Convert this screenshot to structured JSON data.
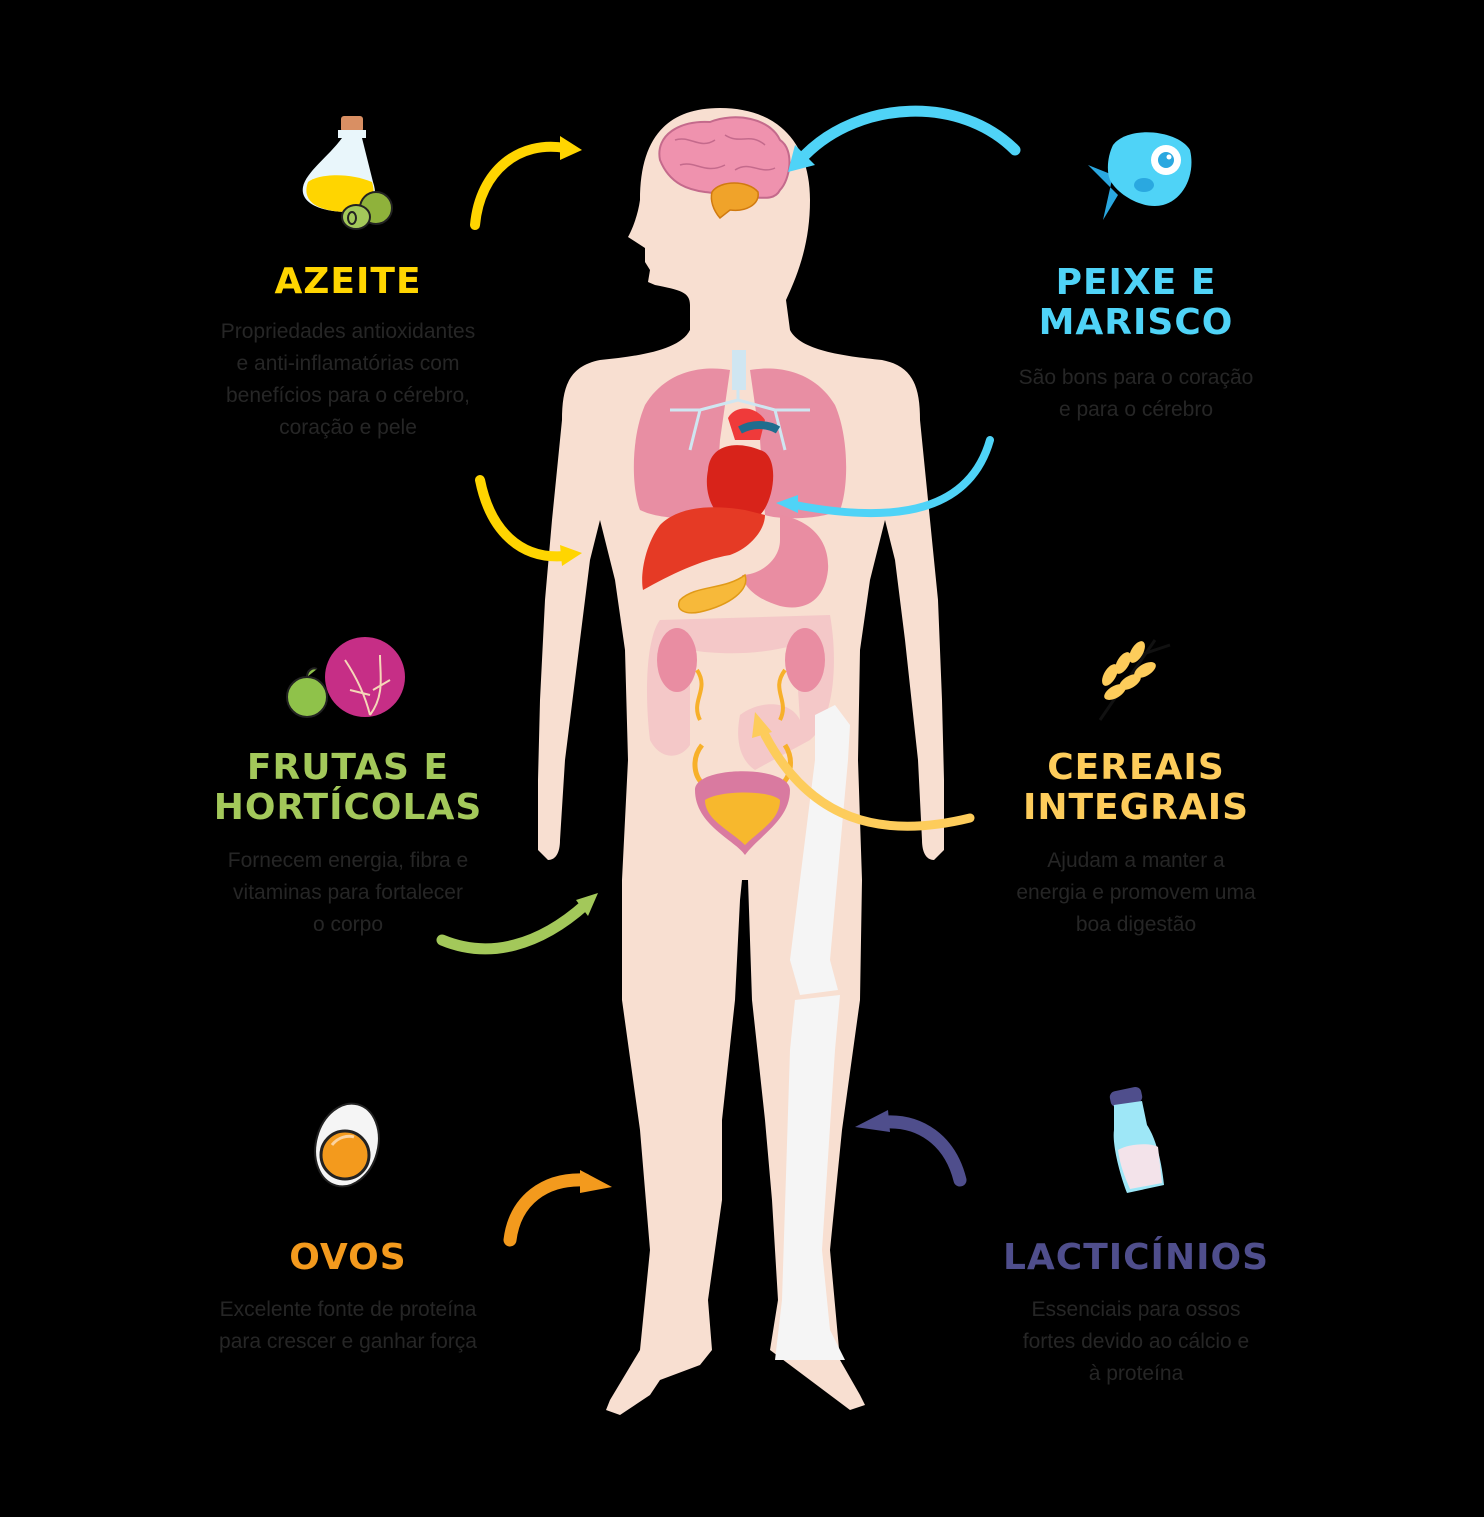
{
  "colors": {
    "background": "#000000",
    "skin": "#f8dfd1",
    "bone": "#f5f5f5",
    "description_text": "#262626",
    "azeite": "#ffd500",
    "peixe": "#4fd3f7",
    "frutas": "#a3c85a",
    "cereais": "#fdcc5b",
    "ovos": "#f39a1d",
    "lacticinios": "#4f4e8c"
  },
  "foods": [
    {
      "id": "azeite",
      "title_lines": [
        "AZEITE"
      ],
      "description_lines": [
        "Propriedades antioxidantes",
        "e  anti-inflamatórias com",
        "benefícios para o cérebro,",
        "coração e pele"
      ],
      "icon": "olive-oil-bottle-icon",
      "targets": [
        "brain",
        "heart/skin"
      ]
    },
    {
      "id": "peixe",
      "title_lines": [
        "PEIXE E",
        "MARISCO"
      ],
      "description_lines": [
        "São bons para o coração",
        "e para o cérebro"
      ],
      "icon": "fish-icon",
      "targets": [
        "brain",
        "heart"
      ]
    },
    {
      "id": "frutas",
      "title_lines": [
        "FRUTAS E",
        "HORTÍCOLAS"
      ],
      "description_lines": [
        "Fornecem energia, fibra e",
        "vitaminas para fortalecer",
        "o corpo"
      ],
      "icon": "apple-cabbage-icon",
      "targets": [
        "body"
      ]
    },
    {
      "id": "cereais",
      "title_lines": [
        "CEREAIS",
        "INTEGRAIS"
      ],
      "description_lines": [
        "Ajudam a manter a",
        "energia e promovem uma",
        "boa digestão"
      ],
      "icon": "wheat-icon",
      "targets": [
        "intestine"
      ]
    },
    {
      "id": "ovos",
      "title_lines": [
        "OVOS"
      ],
      "description_lines": [
        "Excelente fonte de proteína",
        "para crescer e ganhar força"
      ],
      "icon": "boiled-egg-icon",
      "targets": [
        "muscles"
      ]
    },
    {
      "id": "lacticinios",
      "title_lines": [
        "LACTICÍNIOS"
      ],
      "description_lines": [
        "Essenciais para ossos",
        "fortes devido ao cálcio e",
        "à proteína"
      ],
      "icon": "milk-bottle-icon",
      "targets": [
        "bones"
      ]
    }
  ],
  "body_organs": [
    "brain",
    "lungs",
    "trachea",
    "heart",
    "liver",
    "stomach",
    "pancreas",
    "kidneys",
    "intestines",
    "bladder",
    "leg-bones"
  ]
}
